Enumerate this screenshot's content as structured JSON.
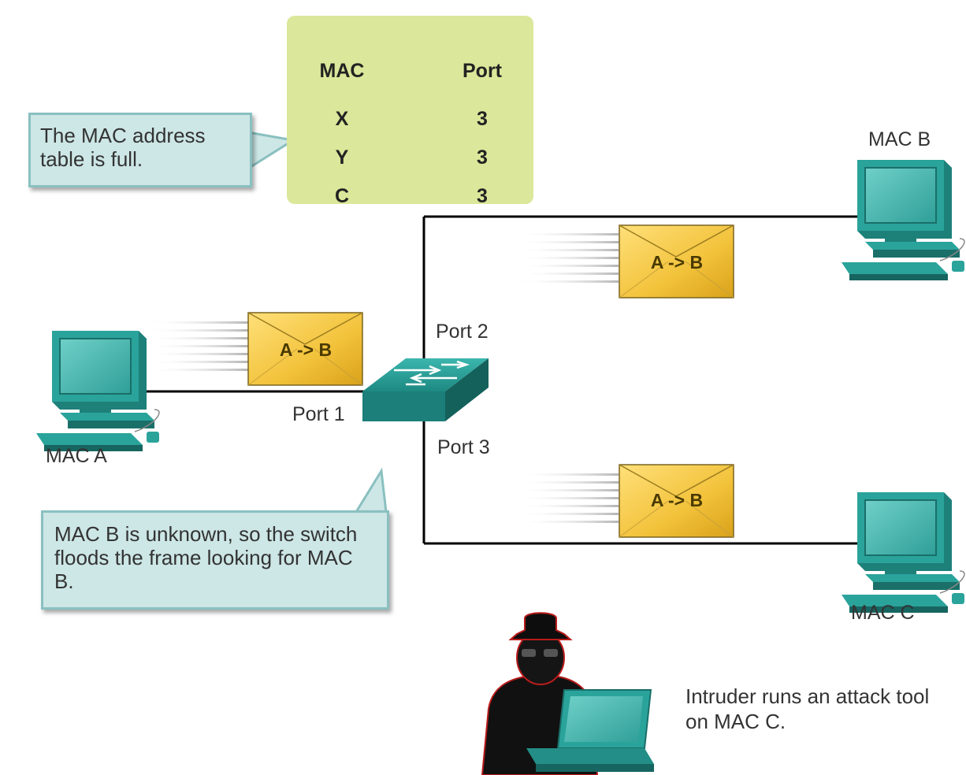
{
  "mac_table": {
    "header_mac": "MAC",
    "header_port": "Port",
    "rows": [
      {
        "mac": "X",
        "port": "3"
      },
      {
        "mac": "Y",
        "port": "3"
      },
      {
        "mac": "C",
        "port": "3"
      }
    ]
  },
  "callouts": {
    "table_full": "The MAC address table is full.",
    "flood": "MAC B is unknown, so the switch floods the frame looking for MAC B."
  },
  "labels": {
    "mac_a": "MAC A",
    "mac_b": "MAC B",
    "mac_c": "MAC C",
    "port1": "Port 1",
    "port2": "Port 2",
    "port3": "Port 3",
    "intruder": "Intruder runs an attack tool on MAC C."
  },
  "frames": {
    "frame_label": "A -> B"
  },
  "colors": {
    "teal": "#2a9d96",
    "envelope": "#f3c94a",
    "table_bg": "#dbe79a",
    "callout_bg": "#cde6e6"
  }
}
